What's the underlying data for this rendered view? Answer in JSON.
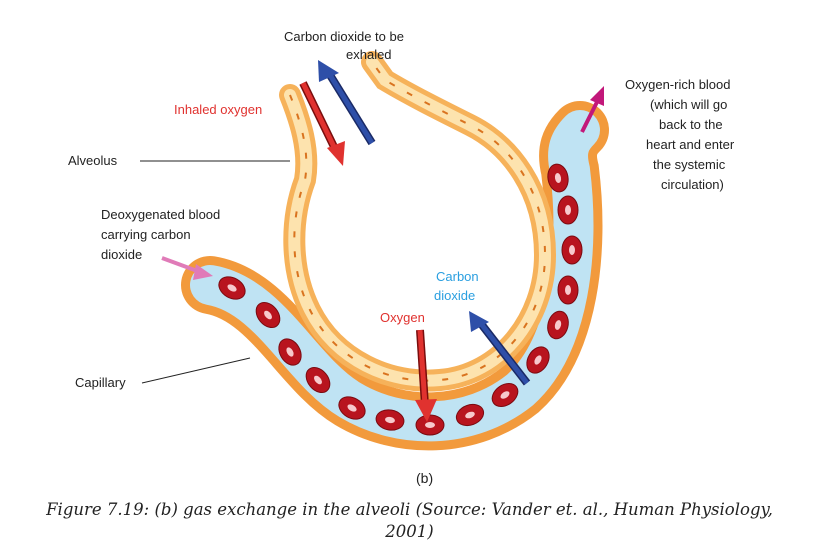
{
  "labels": {
    "co2_exhaled_1": "Carbon dioxide to be",
    "co2_exhaled_2": "exhaled",
    "inhaled_oxygen": "Inhaled oxygen",
    "alveolus": "Alveolus",
    "oxy_rich_1": "Oxygen-rich blood",
    "oxy_rich_2": "(which will go",
    "oxy_rich_3": "back to the",
    "oxy_rich_4": "heart and enter",
    "oxy_rich_5": "the systemic",
    "oxy_rich_6": "circulation)",
    "deoxy_1": "Deoxygenated blood",
    "deoxy_2": "carrying carbon",
    "deoxy_3": "dioxide",
    "carbon_dioxide_1": "Carbon",
    "carbon_dioxide_2": "dioxide",
    "oxygen": "Oxygen",
    "capillary": "Capillary",
    "panel": "(b)"
  },
  "caption": {
    "line1": "Figure 7.19: (b) gas exchange in the alveoli (Source: Vander et. al., Human Physiology,",
    "line2": "2001)"
  },
  "colors": {
    "alveolus_wall": "#f6b25a",
    "alveolus_wall_inner": "#fde3ae",
    "capillary_wall": "#f29a3c",
    "plasma": "#bfe3f3",
    "red_cell": "#b8141e",
    "red_arrow": "#e0322f",
    "blue_arrow": "#2e4fa8",
    "magenta_arrow": "#c2187a",
    "pink_arrow": "#e07bb8"
  }
}
